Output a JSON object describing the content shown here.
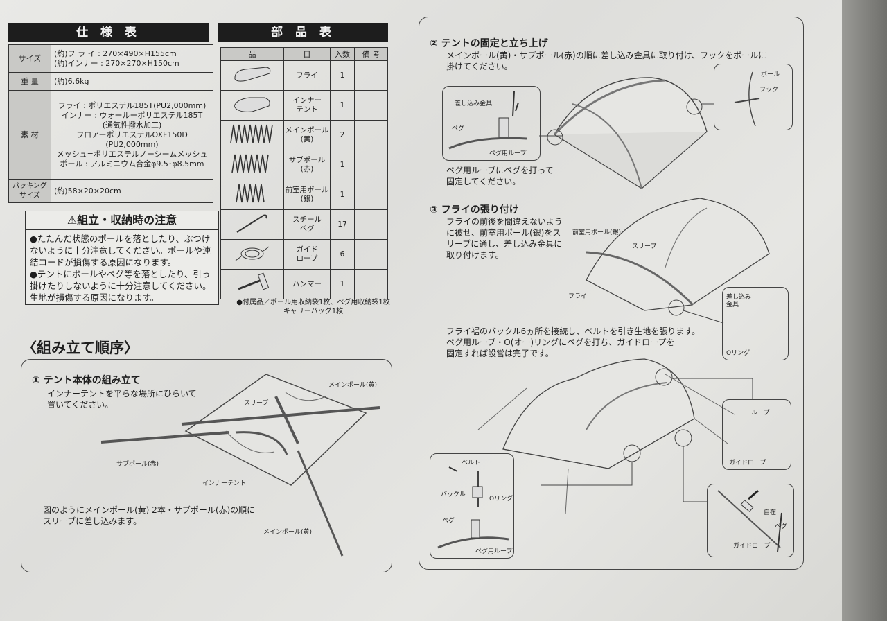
{
  "spec": {
    "title": "仕 様 表",
    "rows": [
      {
        "label": "サイズ",
        "value": "(約)フ ラ イ : 270×490×H155cm\n(約)インナー : 270×270×H150cm"
      },
      {
        "label": "重 量",
        "value": "(約)6.6kg"
      },
      {
        "label": "素 材",
        "value": "フライ : ポリエステル185T(PU2,000mm)\nインナー : ウォールーポリエステル185T\n(通気性撥水加工)\nフロアーポリエステルOXF150D\n(PU2,000mm)\nメッシュ=ポリエステルノーシームメッシュ\nポール : アルミニウム合金φ9.5･φ8.5mm"
      },
      {
        "label": "パッキング\nサイズ",
        "value": "(約)58×20×20cm"
      }
    ]
  },
  "parts": {
    "title": "部 品 表",
    "headers": [
      "品",
      "目",
      "入数",
      "備 考"
    ],
    "rows": [
      {
        "icon": "fly-bag-icon",
        "name": "フライ",
        "qty": "1"
      },
      {
        "icon": "inner-tent-bag-icon",
        "name": "インナー\nテント",
        "qty": "1"
      },
      {
        "icon": "main-pole-icon",
        "name": "メインポール\n(黄)",
        "qty": "2"
      },
      {
        "icon": "sub-pole-icon",
        "name": "サブポール\n(赤)",
        "qty": "1"
      },
      {
        "icon": "vestibule-pole-icon",
        "name": "前室用ポール\n(銀)",
        "qty": "1"
      },
      {
        "icon": "steel-peg-icon",
        "name": "スチール\nペグ",
        "qty": "17"
      },
      {
        "icon": "guy-rope-icon",
        "name": "ガイド\nロープ",
        "qty": "6"
      },
      {
        "icon": "hammer-icon",
        "name": "ハンマー",
        "qty": "1"
      }
    ],
    "note": "●付属品／ポール用収納袋1枚、ペグ用収納袋1枚\nキャリーバッグ1枚"
  },
  "warning": {
    "title": "⚠組立・収納時の注意",
    "text": "●たたんだ状態のポールを落としたり、ぶつけないように十分注意してください。ポールや連結コードが損傷する原因になります。\n●テントにポールやペグ等を落としたり、引っ掛けたりしないように十分注意してください。生地が損傷する原因になります。"
  },
  "assembly": {
    "heading": "〈組み立て順序〉",
    "step1": {
      "title": "① テント本体の組み立て",
      "text_top": "インナーテントを平らな場所にひらいて\n置いてください。",
      "text_bottom": "図のようにメインポール(黄) 2本・サブポール(赤)の順に\nスリーブに差し込みます。",
      "labels": {
        "main_pole_top": "メインポール(黄)",
        "sleeve": "スリーブ",
        "sub_pole": "サブポール(赤)",
        "inner_tent": "インナーテント",
        "main_pole_bottom": "メインポール(黄)"
      }
    },
    "step2": {
      "title": "② テントの固定と立ち上げ",
      "text_top": "メインポール(黄)・サブポール(赤)の順に差し込み金具に取り付け、フックをポールに\n掛けてください。",
      "text_bottom": "ペグ用ループにペグを打って\n固定してください。",
      "labels": {
        "insert_fitting": "差し込み金具",
        "peg": "ペグ",
        "peg_loop": "ペグ用ループ",
        "pole": "ポール",
        "hook": "フック"
      }
    },
    "step3": {
      "title": "③ フライの張り付け",
      "text_top": "フライの前後を間違えないように被せ、前室用ポール(銀)をスリーブに通し、差し込み金具に取り付けます。",
      "text_middle": "フライ裾のバックル6ヵ所を接続し、ベルトを引き生地を張ります。\nペグ用ループ・O(オー)リングにペグを打ち、ガイドロープを\n固定すれば設営は完了です。",
      "labels": {
        "vestibule_pole": "前室用ポール(銀)",
        "sleeve": "スリーブ",
        "fly": "フライ",
        "insert_fitting": "差し込み\n金具",
        "o_ring": "Oリング",
        "loop": "ループ",
        "guy_rope": "ガイドロープ",
        "belt": "ベルト",
        "buckle": "バックル",
        "o_ring2": "Oリング",
        "peg": "ペグ",
        "peg_loop": "ペグ用ループ",
        "adjuster": "自在",
        "peg2": "ペグ",
        "guy_rope2": "ガイドロープ"
      }
    }
  }
}
